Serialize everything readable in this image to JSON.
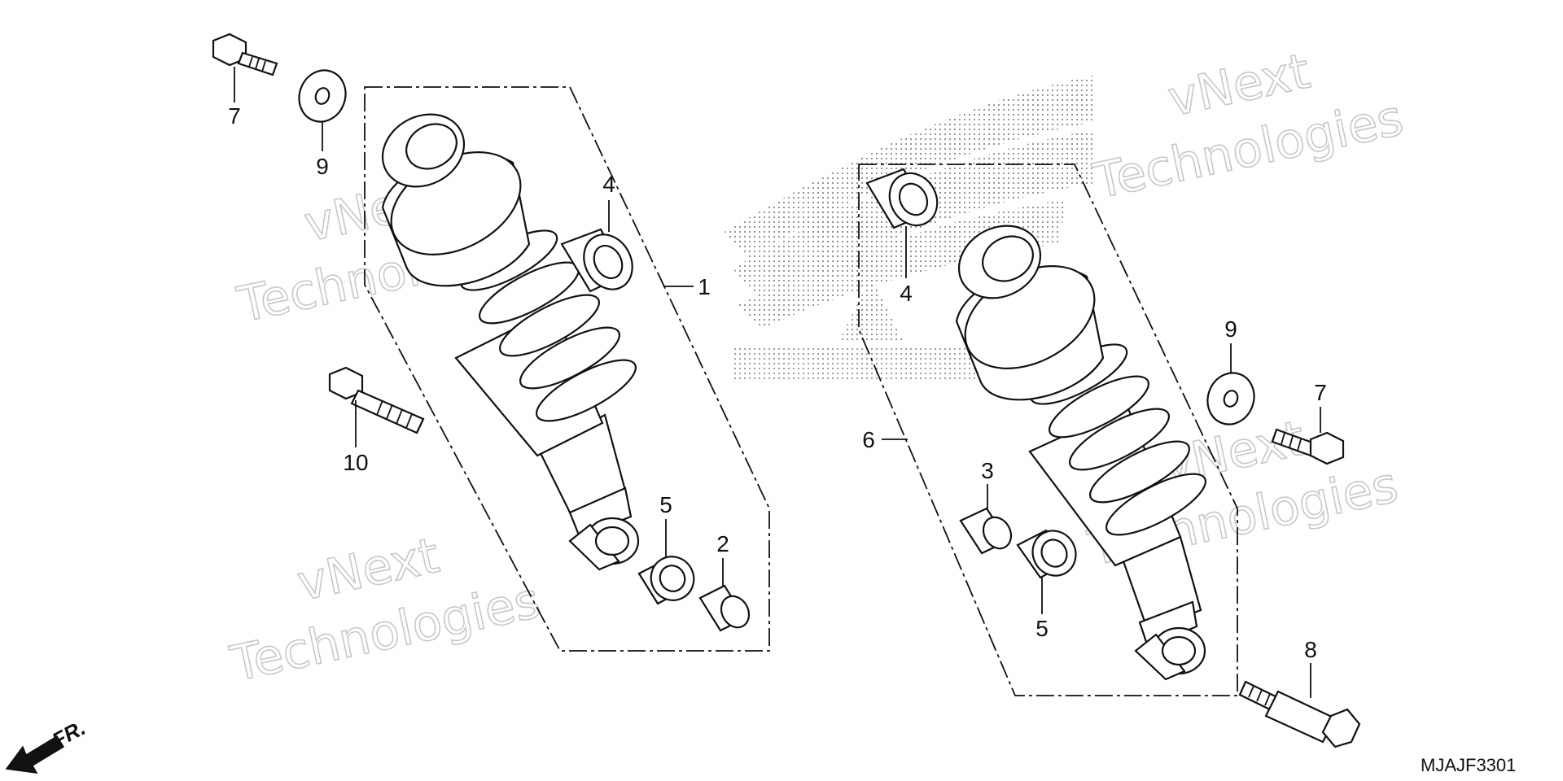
{
  "diagram": {
    "part_code": "MJAJF3301",
    "front_label": "FR.",
    "watermark_line1": "vNext",
    "watermark_line2": "Technologies",
    "colors": {
      "ink": "#111111",
      "watermark": "#c8c8c8",
      "dots": "#8a8a8a",
      "background": "#ffffff"
    },
    "callouts": {
      "c1": "1",
      "c2": "2",
      "c3": "3",
      "c4_left": "4",
      "c4_right": "4",
      "c5_left": "5",
      "c5_right": "5",
      "c6": "6",
      "c7_left": "7",
      "c7_right": "7",
      "c8": "8",
      "c9_left": "9",
      "c9_right": "9",
      "c10": "10"
    }
  }
}
